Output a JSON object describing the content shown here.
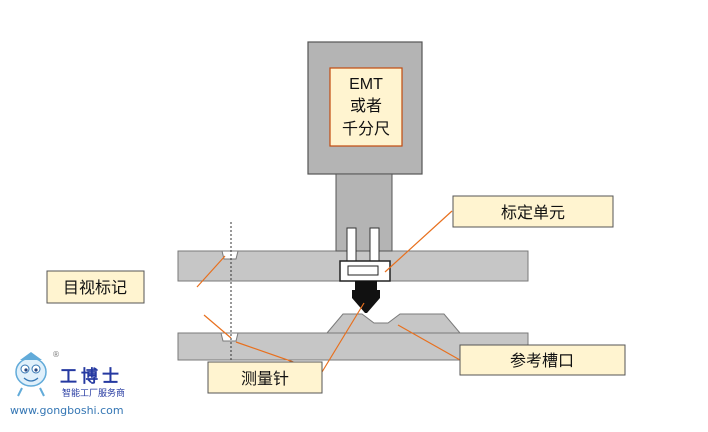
{
  "gauge_box": {
    "line1": "EMT",
    "line2": "或者",
    "line3": "千分尺"
  },
  "labels": {
    "calibration_unit": "标定单元",
    "visual_mark": "目视标记",
    "reference_groove": "参考槽口",
    "probe_needle": "测量针"
  },
  "watermark": {
    "brand": "工博士",
    "tagline": "智能工厂服务商",
    "url": "www.gongboshi.com",
    "registered": "®"
  },
  "colors": {
    "plate_fill": "#c6c6c6",
    "gauge_fill": "#b4b4b4",
    "label_fill": "#fff4d0",
    "leader_line": "#e8701e",
    "probe_tip": "#111111",
    "watermark_brand": "#1a2f9c"
  }
}
